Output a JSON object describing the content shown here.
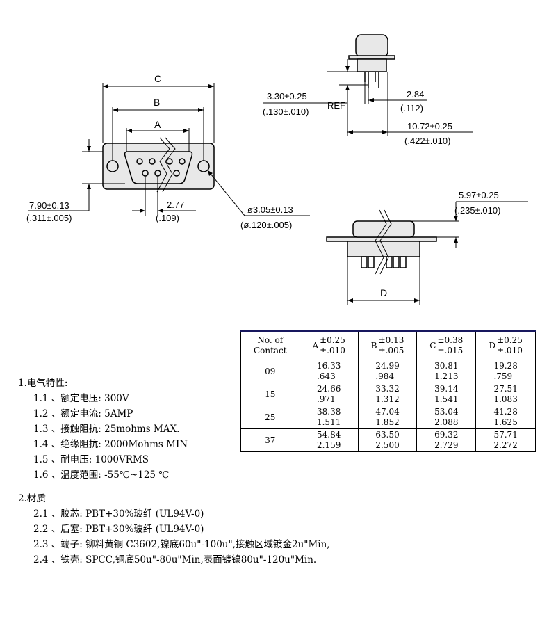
{
  "drawing": {
    "front": {
      "dim_c": "C",
      "dim_b": "B",
      "dim_a": "A",
      "dim_row_pitch": "7.90±0.13",
      "dim_row_pitch_in": "(.311±.005)",
      "dim_pin_pitch": "2.77",
      "dim_pin_pitch_in": "(.109)",
      "dim_hole": "ø3.05±0.13",
      "dim_hole_in": "(ø.120±.005)"
    },
    "side": {
      "dim_ref": "3.30±0.25",
      "dim_ref_in": "(.130±.010)",
      "ref_label": "REF",
      "dim_tail": "2.84",
      "dim_tail_in": "(.112)",
      "dim_depth": "10.72±0.25",
      "dim_depth_in": "(.422±.010)"
    },
    "top": {
      "dim_height": "5.97±0.25",
      "dim_height_in": "(.235±.010)",
      "dim_d": "D"
    }
  },
  "table": {
    "header": {
      "contact_line1": "No. of",
      "contact_line2": "Contact",
      "cols": [
        {
          "label": "A",
          "tol_mm": "±0.25",
          "tol_in": "±.010"
        },
        {
          "label": "B",
          "tol_mm": "±0.13",
          "tol_in": "±.005"
        },
        {
          "label": "C",
          "tol_mm": "±0.38",
          "tol_in": "±.015"
        },
        {
          "label": "D",
          "tol_mm": "±0.25",
          "tol_in": "±.010"
        }
      ]
    },
    "rows": [
      {
        "contact": "09",
        "cells": [
          {
            "mm": "16.33",
            "in": ".643"
          },
          {
            "mm": "24.99",
            "in": ".984"
          },
          {
            "mm": "30.81",
            "in": "1.213"
          },
          {
            "mm": "19.28",
            "in": ".759"
          }
        ]
      },
      {
        "contact": "15",
        "cells": [
          {
            "mm": "24.66",
            "in": ".971"
          },
          {
            "mm": "33.32",
            "in": "1.312"
          },
          {
            "mm": "39.14",
            "in": "1.541"
          },
          {
            "mm": "27.51",
            "in": "1.083"
          }
        ]
      },
      {
        "contact": "25",
        "cells": [
          {
            "mm": "38.38",
            "in": "1.511"
          },
          {
            "mm": "47.04",
            "in": "1.852"
          },
          {
            "mm": "53.04",
            "in": "2.088"
          },
          {
            "mm": "41.28",
            "in": "1.625"
          }
        ]
      },
      {
        "contact": "37",
        "cells": [
          {
            "mm": "54.84",
            "in": "2.159"
          },
          {
            "mm": "63.50",
            "in": "2.500"
          },
          {
            "mm": "69.32",
            "in": "2.729"
          },
          {
            "mm": "57.71",
            "in": "2.272"
          }
        ]
      }
    ]
  },
  "specs": {
    "electrical": {
      "title": "1.电气特性:",
      "items": [
        "1.1 、额定电压: 300V",
        "1.2 、额定电流: 5AMP",
        "1.3 、接触阻抗: 25mohms MAX.",
        "1.4 、绝缘阻抗: 2000Mohms MIN",
        "1.5 、耐电压: 1000VRMS",
        "1.6 、温度范围: -55℃~125 ℃"
      ]
    },
    "material": {
      "title": "2.材质",
      "items": [
        "2.1 、胶芯: PBT+30%玻纤 (UL94V-0)",
        "2.2 、后塞: PBT+30%玻纤 (UL94V-0)",
        "2.3 、端子: 铆料黄铜 C3602,镍底60u\"-100u\",接触区域镀金2u\"Min,",
        "2.4 、铁壳: SPCC,铜底50u\"-80u\"Min,表面镀镍80u\"-120u\"Min."
      ]
    }
  }
}
